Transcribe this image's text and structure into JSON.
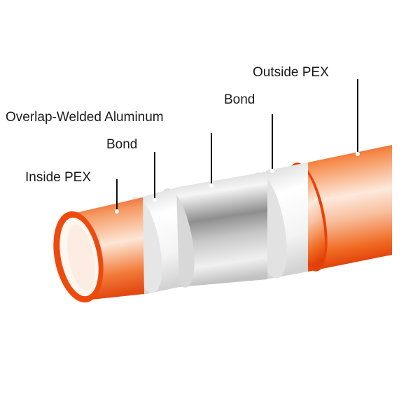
{
  "labels": {
    "outside_pex": "Outside PEX",
    "bond_outer": "Bond",
    "aluminum": "Overlap-Welded Aluminum",
    "bond_inner": "Bond",
    "inside_pex": "Inside PEX"
  },
  "colors": {
    "pex_outer": "#f04f14",
    "pex_light": "#fbe3d2",
    "bond_white": "#f4f4f4",
    "aluminum_gray": "#b9b9b9",
    "label_text": "#1a1a1a",
    "leader_line": "#111111"
  }
}
